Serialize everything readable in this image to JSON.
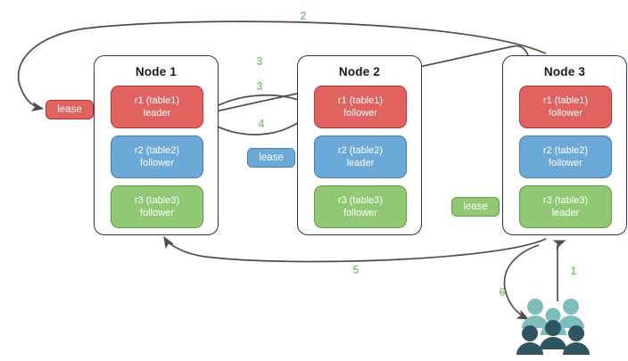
{
  "diagram": {
    "title": "Distributed SQL range leaseholder / raft leader diagram",
    "colors": {
      "range_red": "#E06360",
      "range_blue": "#6BAAD8",
      "range_green": "#90C873",
      "node_border": "#1F3864",
      "arrow": "#4D4D4D",
      "step_label": "#8CC97E",
      "people_light": "#7DBDBD",
      "people_dark": "#2E5561"
    },
    "nodes": [
      {
        "id": "node1",
        "title": "Node 1",
        "replicas": [
          {
            "name": "r1 (table1)",
            "role": "leader",
            "color": "red"
          },
          {
            "name": "r2 (table2)",
            "role": "follower",
            "color": "blue"
          },
          {
            "name": "r3 (table3)",
            "role": "follower",
            "color": "green"
          }
        ]
      },
      {
        "id": "node2",
        "title": "Node 2",
        "replicas": [
          {
            "name": "r1 (table1)",
            "role": "follower",
            "color": "red"
          },
          {
            "name": "r2 (table2)",
            "role": "leader",
            "color": "blue"
          },
          {
            "name": "r3 (table3)",
            "role": "follower",
            "color": "green"
          }
        ]
      },
      {
        "id": "node3",
        "title": "Node 3",
        "replicas": [
          {
            "name": "r1 (table1)",
            "role": "follower",
            "color": "red"
          },
          {
            "name": "r2 (table2)",
            "role": "follower",
            "color": "blue"
          },
          {
            "name": "r3 (table3)",
            "role": "leader",
            "color": "green"
          }
        ]
      }
    ],
    "leases": [
      {
        "id": "lease-red",
        "label": "lease",
        "color": "red"
      },
      {
        "id": "lease-blue",
        "label": "lease",
        "color": "blue"
      },
      {
        "id": "lease-green",
        "label": "lease",
        "color": "green"
      }
    ],
    "steps": [
      {
        "id": "step-1",
        "label": "1"
      },
      {
        "id": "step-2",
        "label": "2"
      },
      {
        "id": "step-3a",
        "label": "3"
      },
      {
        "id": "step-3b",
        "label": "3"
      },
      {
        "id": "step-4",
        "label": "4"
      },
      {
        "id": "step-5",
        "label": "5"
      },
      {
        "id": "step-6",
        "label": "6"
      }
    ],
    "client": {
      "icon": "people-group-icon",
      "count": 5
    }
  }
}
